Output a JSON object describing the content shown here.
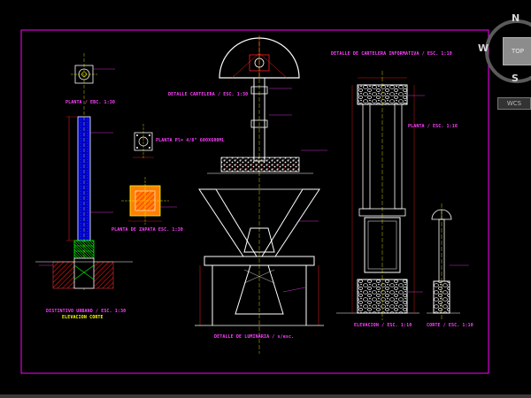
{
  "labels": {
    "planta_ebc": "PLANTA / EBC. 1:30",
    "detalle_cartelera": "DETALLE CARTELERA / ESC. 1:30",
    "detalle_cartelera_info": "DETALLE DE CARTELERA INFORMATIVA / ESC. 1:10",
    "planta_esc_right": "PLANTA / ESC. 1:10",
    "planta_plancha": "PLANTA Pl= 4/8\" 600X600ML",
    "planta_zapata": "PLANTA DE ZAPATA ESC. 1:30",
    "distintivo": "DISTINTIVO URBANO / ESC. 1:30",
    "elevacion_corte": "ELEVACION CORTE",
    "detalle_luminaria": "DETALLE DE LUMINARIA / s/esc.",
    "elevacion": "ELEVACION / ESC. 1:10",
    "corte": "CORTE / ESC. 1:10"
  },
  "viewcube": {
    "north": "N",
    "west": "W",
    "south": "S",
    "top_face": "TOP",
    "wcs_menu": "WCS"
  },
  "colors": {
    "frame": "#ff00ff",
    "structure": "#ffffff",
    "annotation": "#ff40ff",
    "dimension": "#ff2020",
    "column_fill": "#0000ff",
    "rebar": "#00ff00",
    "hatch": "#ff0000",
    "center_line": "#ffff00",
    "aggregate": "#c8c8c8"
  }
}
